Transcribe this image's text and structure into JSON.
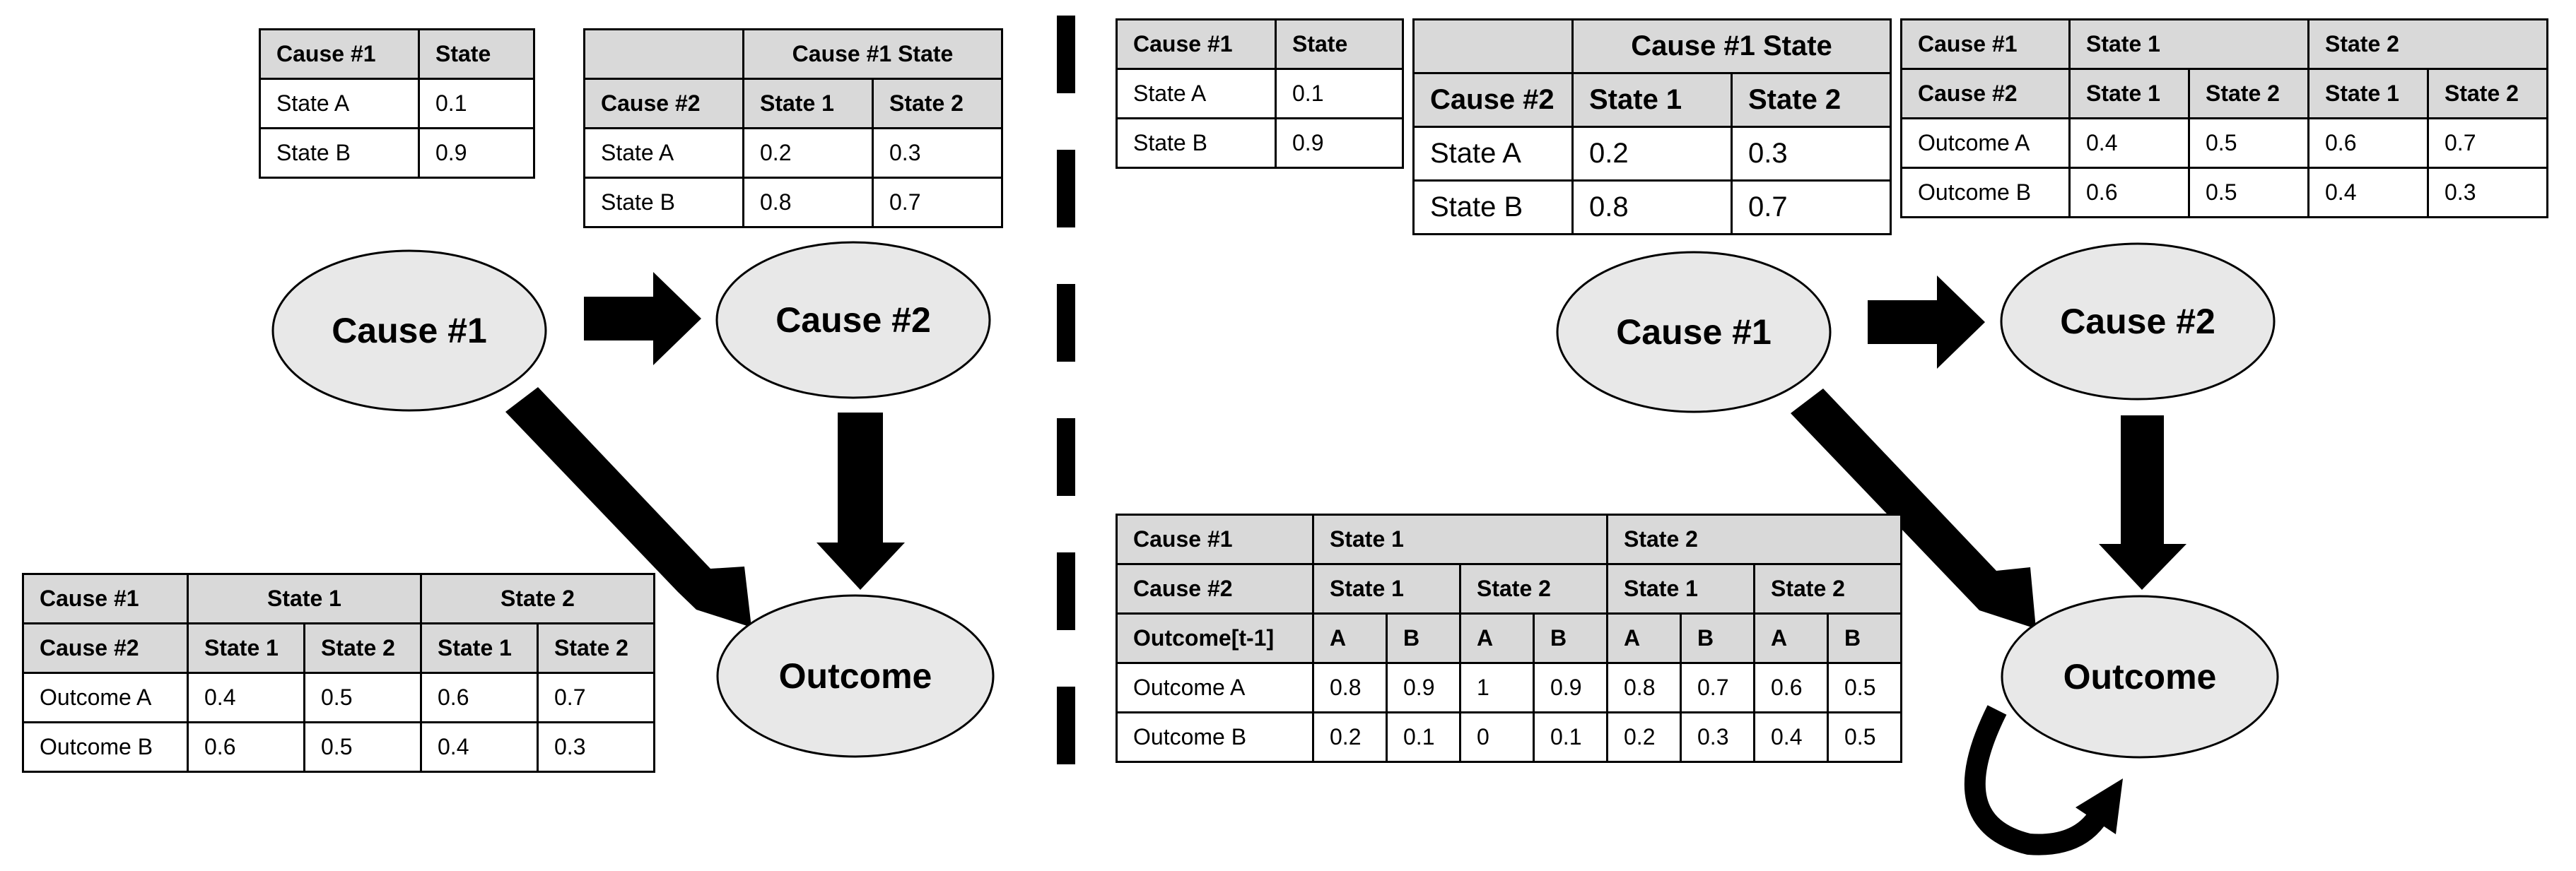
{
  "colors": {
    "node_fill": "#e8e8e8",
    "header_fill": "#d9d9d9",
    "line": "#000000"
  },
  "left": {
    "nodes": {
      "cause1": "Cause #1",
      "cause2": "Cause #2",
      "outcome": "Outcome"
    },
    "table_cause1": {
      "header": [
        "Cause #1",
        "State"
      ],
      "rows": [
        [
          "State A",
          "0.1"
        ],
        [
          "State B",
          "0.9"
        ]
      ]
    },
    "table_cause2": {
      "title": "Cause #1 State",
      "header": [
        "Cause #2",
        "State 1",
        "State 2"
      ],
      "rows": [
        [
          "State A",
          "0.2",
          "0.3"
        ],
        [
          "State B",
          "0.8",
          "0.7"
        ]
      ]
    },
    "table_outcome": {
      "header1": [
        "Cause #1",
        "State 1",
        "State 2"
      ],
      "header2": [
        "Cause #2",
        "State 1",
        "State 2",
        "State 1",
        "State 2"
      ],
      "rows": [
        [
          "Outcome A",
          "0.4",
          "0.5",
          "0.6",
          "0.7"
        ],
        [
          "Outcome B",
          "0.6",
          "0.5",
          "0.4",
          "0.3"
        ]
      ]
    }
  },
  "right": {
    "nodes": {
      "cause1": "Cause #1",
      "cause2": "Cause #2",
      "outcome": "Outcome"
    },
    "table_cause1": {
      "header": [
        "Cause #1",
        "State"
      ],
      "rows": [
        [
          "State A",
          "0.1"
        ],
        [
          "State B",
          "0.9"
        ]
      ]
    },
    "table_cause2": {
      "title": "Cause #1 State",
      "header": [
        "Cause #2",
        "State 1",
        "State 2"
      ],
      "rows": [
        [
          "State A",
          "0.2",
          "0.3"
        ],
        [
          "State B",
          "0.8",
          "0.7"
        ]
      ]
    },
    "table_outcome": {
      "header1": [
        "Cause #1",
        "State 1",
        "State 2"
      ],
      "header2": [
        "Cause #2",
        "State 1",
        "State 2",
        "State 1",
        "State 2"
      ],
      "rows": [
        [
          "Outcome A",
          "0.4",
          "0.5",
          "0.6",
          "0.7"
        ],
        [
          "Outcome B",
          "0.6",
          "0.5",
          "0.4",
          "0.3"
        ]
      ]
    },
    "table_outcome_lag": {
      "header1": [
        "Cause #1",
        "State 1",
        "State 2"
      ],
      "header2": [
        "Cause #2",
        "State 1",
        "State 2",
        "State 1",
        "State 2"
      ],
      "header3": [
        "Outcome[t-1]",
        "A",
        "B",
        "A",
        "B",
        "A",
        "B",
        "A",
        "B"
      ],
      "rows": [
        [
          "Outcome A",
          "0.8",
          "0.9",
          "1",
          "0.9",
          "0.8",
          "0.7",
          "0.6",
          "0.5"
        ],
        [
          "Outcome B",
          "0.2",
          "0.1",
          "0",
          "0.1",
          "0.2",
          "0.3",
          "0.4",
          "0.5"
        ]
      ]
    }
  }
}
